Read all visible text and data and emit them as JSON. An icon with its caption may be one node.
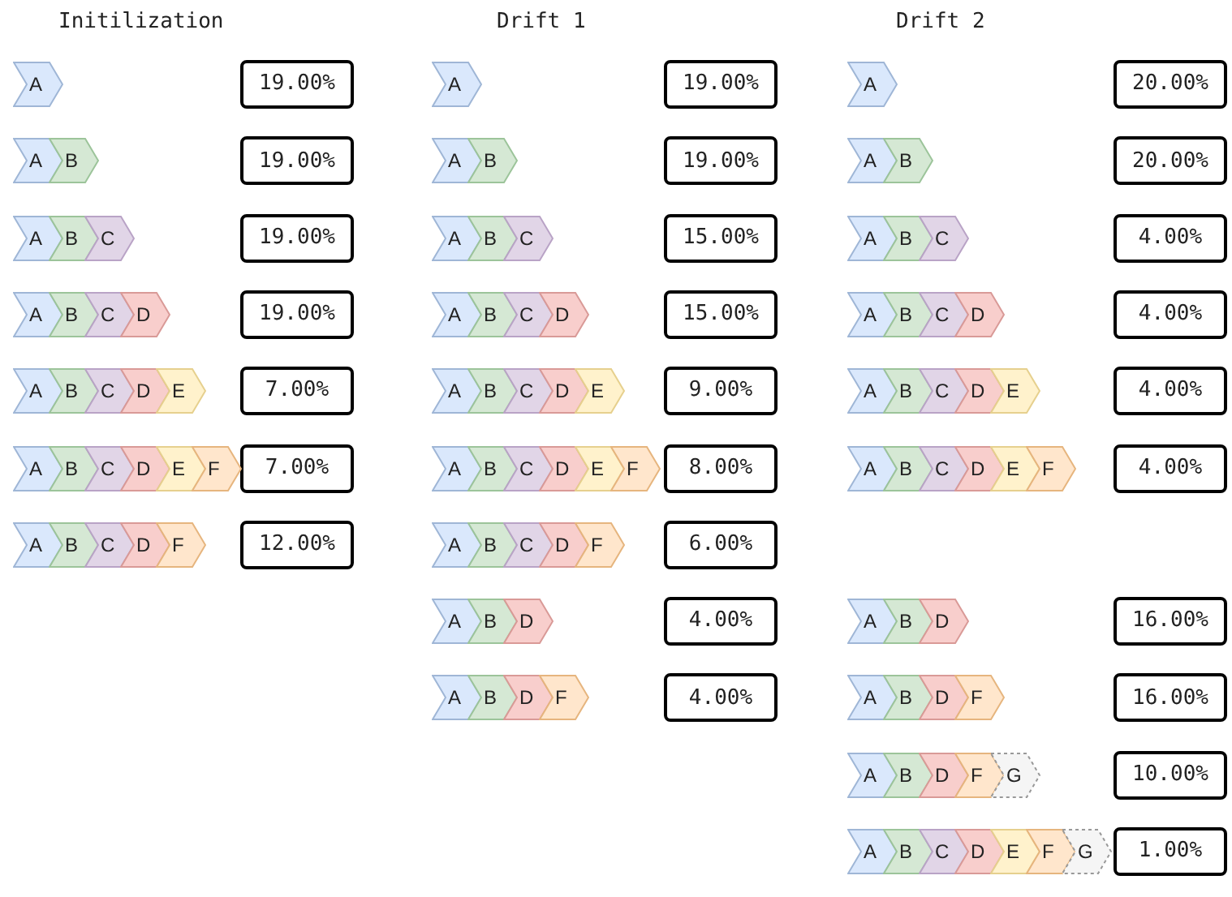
{
  "diagram": {
    "nodes": [
      {
        "text": [
          "A"
        ]
      },
      {
        "text": [
          "19.00%"
        ]
      },
      {
        "text": [
          "A"
        ]
      },
      {
        "text": [
          "B"
        ]
      },
      {
        "text": [
          "19.00%"
        ]
      },
      {
        "text": [
          "A"
        ]
      },
      {
        "text": [
          "B"
        ]
      },
      {
        "text": [
          "C"
        ]
      },
      {
        "text": [
          "19.00%"
        ]
      },
      {
        "text": [
          "A"
        ]
      },
      {
        "text": [
          "B"
        ]
      },
      {
        "text": [
          "C"
        ]
      },
      {
        "text": [
          "D"
        ]
      },
      {
        "text": [
          "19.00%"
        ]
      },
      {
        "text": [
          "A"
        ]
      },
      {
        "text": [
          "B"
        ]
      },
      {
        "text": [
          "C"
        ]
      },
      {
        "text": [
          "D"
        ]
      },
      {
        "text": [
          "E"
        ]
      },
      {
        "text": [
          "7.00%"
        ]
      },
      {
        "text": [
          "A"
        ]
      },
      {
        "text": [
          "B"
        ]
      },
      {
        "text": [
          "C"
        ]
      },
      {
        "text": [
          "D"
        ]
      },
      {
        "text": [
          "E"
        ]
      },
      {
        "text": [
          "F"
        ]
      },
      {
        "text": [
          "7.00%"
        ]
      },
      {
        "text": [
          "A"
        ]
      },
      {
        "text": [
          "B"
        ]
      },
      {
        "text": [
          "C"
        ]
      },
      {
        "text": [
          "D"
        ]
      },
      {
        "text": [
          "F"
        ]
      },
      {
        "text": [
          "12.00%"
        ]
      },
      {
        "text": [
          "A"
        ]
      },
      {
        "text": [
          "19.00%"
        ]
      },
      {
        "text": [
          "A"
        ]
      },
      {
        "text": [
          "B"
        ]
      },
      {
        "text": [
          "19.00%"
        ]
      },
      {
        "text": [
          "A"
        ]
      },
      {
        "text": [
          "B"
        ]
      },
      {
        "text": [
          "C"
        ]
      },
      {
        "text": [
          "15.00%"
        ]
      },
      {
        "text": [
          "A"
        ]
      },
      {
        "text": [
          "B"
        ]
      },
      {
        "text": [
          "C"
        ]
      },
      {
        "text": [
          "D"
        ]
      },
      {
        "text": [
          "15.00%"
        ]
      },
      {
        "text": [
          "A"
        ]
      },
      {
        "text": [
          "B"
        ]
      },
      {
        "text": [
          "C"
        ]
      },
      {
        "text": [
          "D"
        ]
      },
      {
        "text": [
          "E"
        ]
      },
      {
        "text": [
          "9.00%"
        ]
      },
      {
        "text": [
          "A"
        ]
      },
      {
        "text": [
          "B"
        ]
      },
      {
        "text": [
          "C"
        ]
      },
      {
        "text": [
          "D"
        ]
      },
      {
        "text": [
          "E"
        ]
      },
      {
        "text": [
          "F"
        ]
      },
      {
        "text": [
          "8.00%"
        ]
      },
      {
        "text": [
          "A"
        ]
      },
      {
        "text": [
          "B"
        ]
      },
      {
        "text": [
          "C"
        ]
      },
      {
        "text": [
          "D"
        ]
      },
      {
        "text": [
          "F"
        ]
      },
      {
        "text": [
          "6.00%"
        ]
      },
      {
        "text": [
          "A"
        ]
      },
      {
        "text": [
          "B"
        ]
      },
      {
        "text": [
          "D"
        ]
      },
      {
        "text": [
          "4.00%"
        ]
      },
      {
        "text": [
          "A"
        ]
      },
      {
        "text": [
          "B"
        ]
      },
      {
        "text": [
          "D"
        ]
      },
      {
        "text": [
          "F"
        ]
      },
      {
        "text": [
          "4.00%"
        ]
      },
      {
        "text": [
          "A"
        ]
      },
      {
        "text": [
          "20.00%"
        ]
      },
      {
        "text": [
          "A"
        ]
      },
      {
        "text": [
          "B"
        ]
      },
      {
        "text": [
          "20.00%"
        ]
      },
      {
        "text": [
          "A"
        ]
      },
      {
        "text": [
          "B"
        ]
      },
      {
        "text": [
          "C"
        ]
      },
      {
        "text": [
          "4.00%"
        ]
      },
      {
        "text": [
          "A"
        ]
      },
      {
        "text": [
          "B"
        ]
      },
      {
        "text": [
          "C"
        ]
      },
      {
        "text": [
          "D"
        ]
      },
      {
        "text": [
          "4.00%"
        ]
      },
      {
        "text": [
          "A"
        ]
      },
      {
        "text": [
          "B"
        ]
      },
      {
        "text": [
          "C"
        ]
      },
      {
        "text": [
          "D"
        ]
      },
      {
        "text": [
          "E"
        ]
      },
      {
        "text": [
          "4.00%"
        ]
      },
      {
        "text": [
          "A"
        ]
      },
      {
        "text": [
          "B"
        ]
      },
      {
        "text": [
          "C"
        ]
      },
      {
        "text": [
          "D"
        ]
      },
      {
        "text": [
          "E"
        ]
      },
      {
        "text": [
          "F"
        ]
      },
      {
        "text": [
          "4.00%"
        ]
      },
      {
        "text": [
          "A"
        ]
      },
      {
        "text": [
          "B"
        ]
      },
      {
        "text": [
          "D"
        ]
      },
      {
        "text": [
          "16.00%"
        ]
      },
      {
        "text": [
          "A"
        ]
      },
      {
        "text": [
          "B"
        ]
      },
      {
        "text": [
          "D"
        ]
      },
      {
        "text": [
          "F"
        ]
      },
      {
        "text": [
          "16.00%"
        ]
      },
      {
        "text": [
          "A"
        ]
      },
      {
        "text": [
          "B"
        ]
      },
      {
        "text": [
          "D"
        ]
      },
      {
        "text": [
          "F"
        ]
      },
      {
        "text": [
          "G"
        ]
      },
      {
        "text": [
          "10.00%"
        ]
      },
      {
        "text": [
          "A"
        ]
      },
      {
        "text": [
          "B"
        ]
      },
      {
        "text": [
          "C"
        ]
      },
      {
        "text": [
          "D"
        ]
      },
      {
        "text": [
          "E"
        ]
      },
      {
        "text": [
          "F"
        ]
      },
      {
        "text": [
          "G"
        ]
      },
      {
        "text": [
          "1.00%"
        ]
      }
    ],
    "labels": [
      "Initilization",
      "Drift 1",
      "Drift 2"
    ]
  }
}
